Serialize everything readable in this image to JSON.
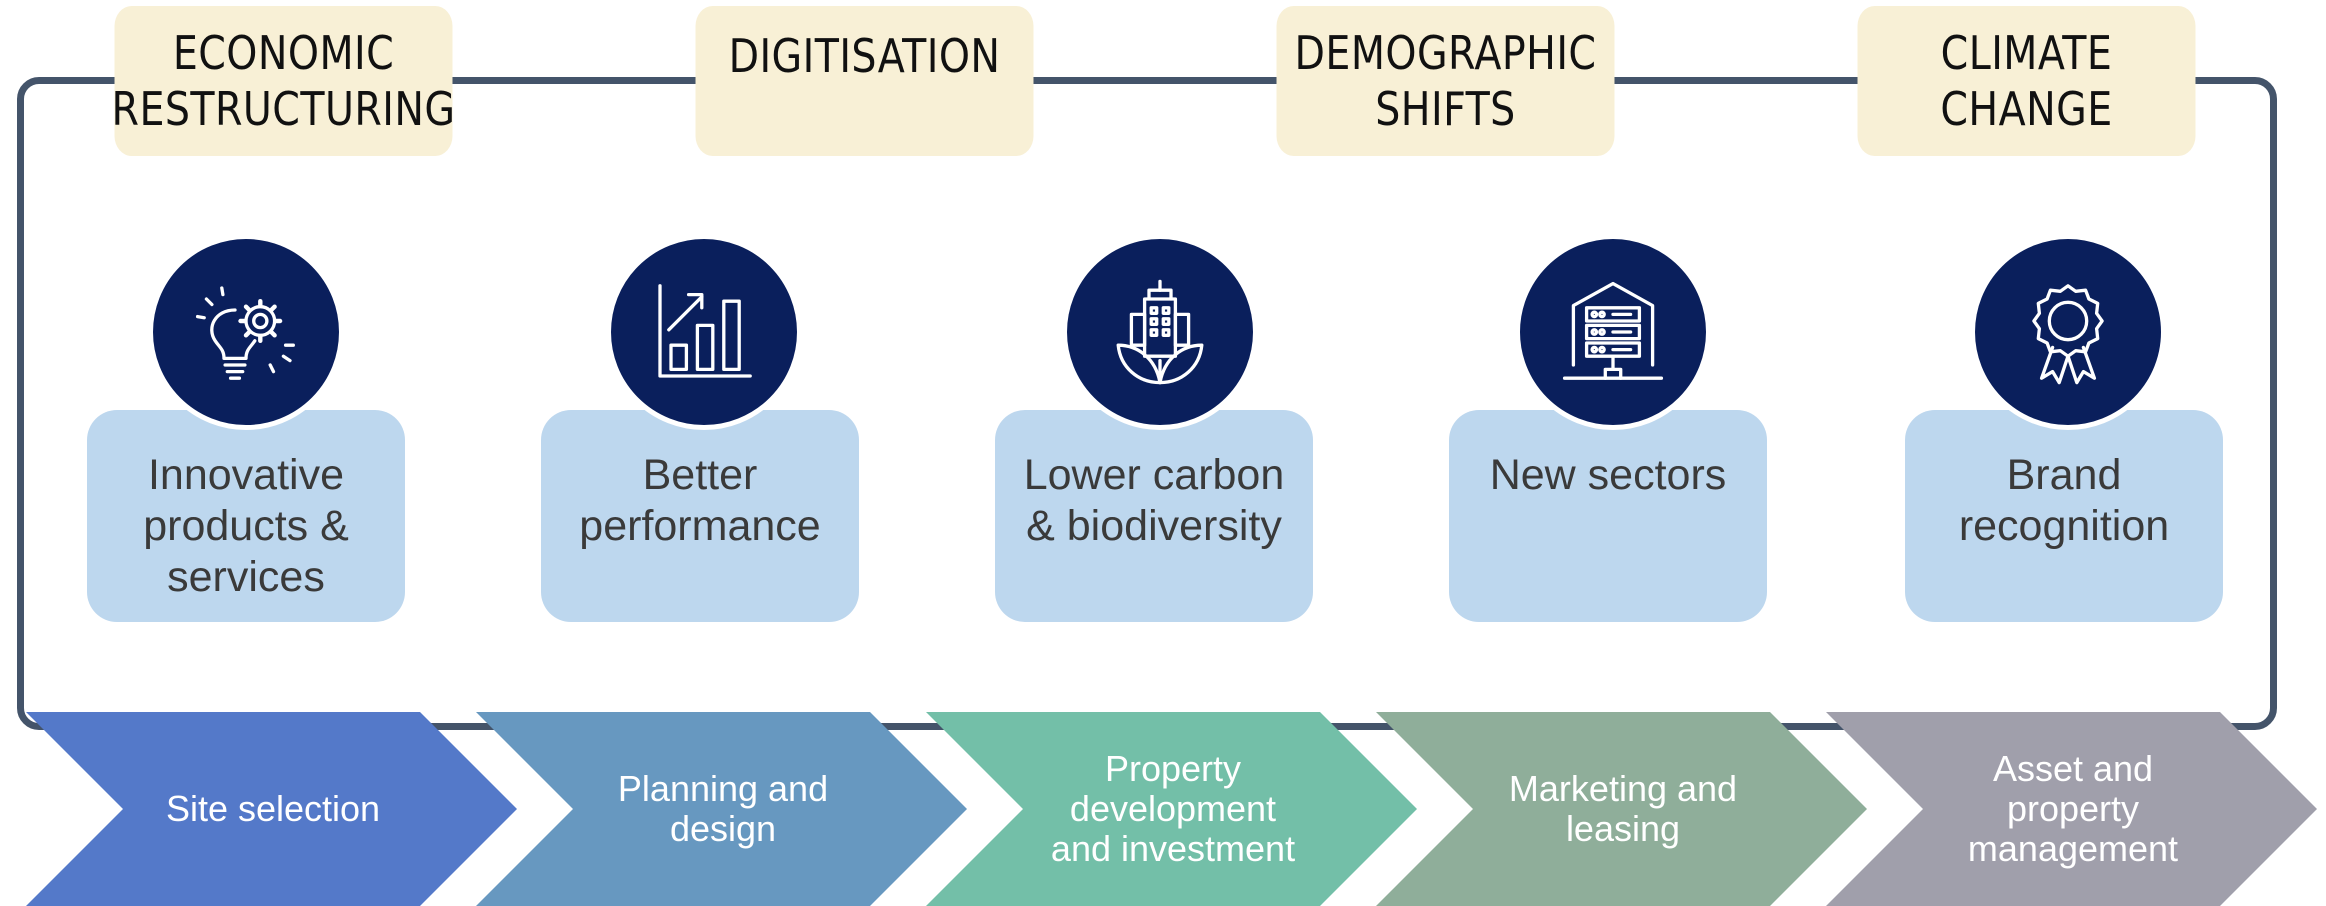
{
  "drivers": [
    {
      "label": "ECONOMIC\nRESTRUCTURING"
    },
    {
      "label": "DIGITISATION"
    },
    {
      "label": "DEMOGRAPHIC\nSHIFTS"
    },
    {
      "label": "CLIMATE\nCHANGE"
    }
  ],
  "outcomes": [
    {
      "icon": "lightbulb-gear-icon",
      "lines": [
        "Innovative",
        "products &",
        "services"
      ]
    },
    {
      "icon": "growth-chart-icon",
      "lines": [
        "Better",
        "performance"
      ]
    },
    {
      "icon": "green-building-icon",
      "lines": [
        "Lower carbon",
        "& biodiversity"
      ]
    },
    {
      "icon": "server-rack-icon",
      "lines": [
        "New sectors"
      ]
    },
    {
      "icon": "award-ribbon-icon",
      "lines": [
        "Brand",
        "recognition"
      ]
    }
  ],
  "stages": [
    {
      "label": "Site selection",
      "color": "#5479c9"
    },
    {
      "label": "Planning and\ndesign",
      "color": "#6798c0"
    },
    {
      "label": "Property\ndevelopment\nand investment",
      "color": "#73bfa8"
    },
    {
      "label": "Marketing and\nleasing",
      "color": "#8fae9a"
    },
    {
      "label": "Asset and\nproperty\nmanagement",
      "color": "#a09fab"
    }
  ],
  "colors": {
    "frame": "#44546a",
    "driver_bg": "#f8f0d6",
    "circle": "#0a1f5c",
    "box": "#bdd7ee"
  }
}
